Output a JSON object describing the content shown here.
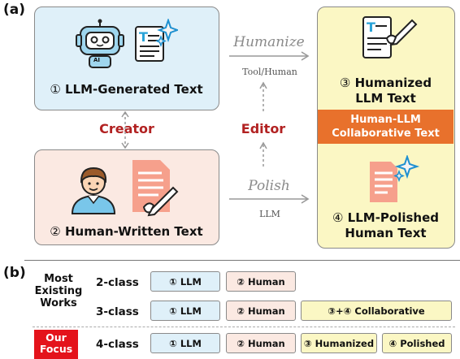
{
  "panel_a": {
    "label": "(a)",
    "llm_box": {
      "num": "①",
      "text": "LLM-Generated Text",
      "robot_badge": "AI"
    },
    "human_box": {
      "num": "②",
      "text": "Human-Written Text"
    },
    "right_box": {
      "humanized_num": "③",
      "humanized_line1": "Humanized",
      "humanized_line2": "LLM Text",
      "band_line1": "Human-LLM",
      "band_line2": "Collaborative Text",
      "polished_num": "④",
      "polished_line1": "LLM-Polished",
      "polished_line2": "Human Text"
    },
    "creator": "Creator",
    "editor": "Editor",
    "humanize": "Humanize",
    "humanize_sub": "Tool/Human",
    "polish": "Polish",
    "polish_sub": "LLM"
  },
  "panel_b": {
    "label": "(b)",
    "most_line1": "Most",
    "most_line2": "Existing",
    "most_line3": "Works",
    "focus_line1": "Our",
    "focus_line2": "Focus",
    "rows": [
      {
        "cls": "2-class",
        "chips": [
          {
            "label": "① LLM"
          },
          {
            "label": "② Human"
          }
        ]
      },
      {
        "cls": "3-class",
        "chips": [
          {
            "label": "① LLM"
          },
          {
            "label": "② Human"
          },
          {
            "label": "③+④ Collaborative"
          }
        ]
      },
      {
        "cls": "4-class",
        "chips": [
          {
            "label": "① LLM"
          },
          {
            "label": "② Human"
          },
          {
            "label": "③ Humanized"
          },
          {
            "label": "④ Polished"
          }
        ]
      }
    ]
  },
  "colors": {
    "llm": "#dff0f9",
    "human": "#fbe9e2",
    "collab": "#fbf7c4",
    "band": "#e8712c",
    "role": "#b22222",
    "focus": "#e4131b"
  }
}
